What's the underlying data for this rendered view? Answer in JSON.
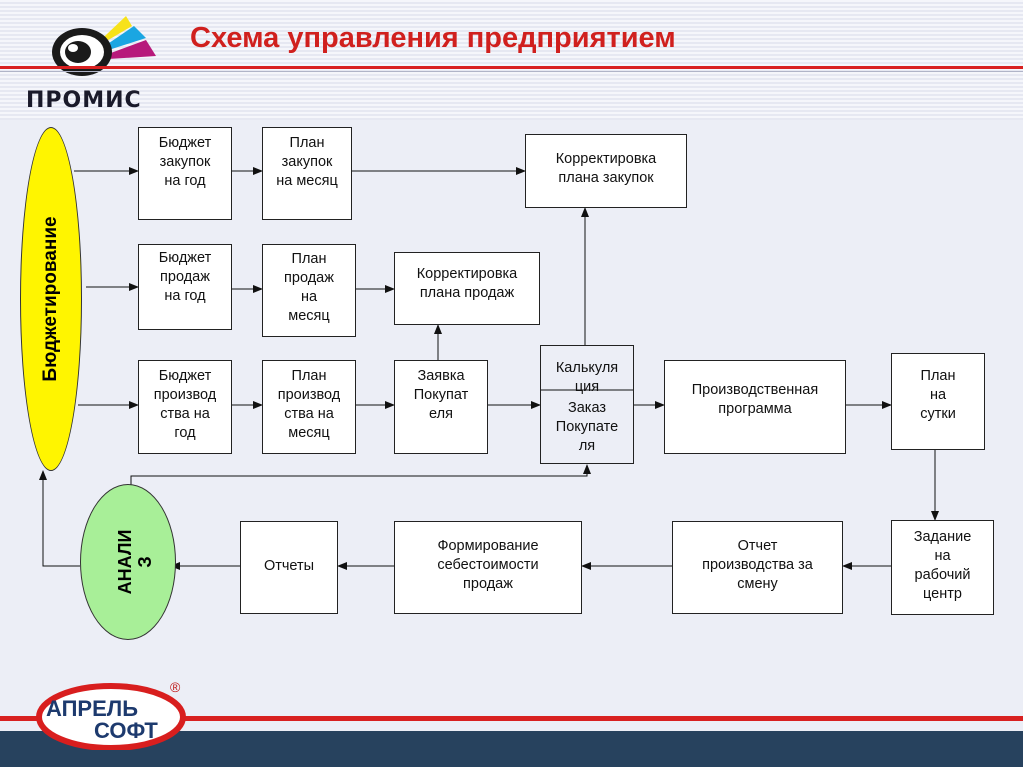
{
  "title": "Схема управления предприятием",
  "logo_top": {
    "name": "ПРОМИС",
    "icon": "eye-logo-icon"
  },
  "logo_bottom": {
    "line1": "АПРЕЛЬ",
    "line2": "СОФТ",
    "reg": "®"
  },
  "ellipses": {
    "budgeting": "Бюджетирование",
    "analysis": "АНАЛИ\nЗ"
  },
  "boxes": {
    "purchase_budget": "Бюджет\nзакупок\nна год",
    "purchase_plan": "План\nзакупок\nна месяц",
    "purchase_correction": "Корректировка\nплана закупок",
    "sales_budget": "Бюджет\nпродаж\nна год",
    "sales_plan": "План\nпродаж\nна\nмесяц",
    "sales_correction": "Корректировка\nплана продаж",
    "production_budget": "Бюджет\nпроизвод\nства на\nгод",
    "production_plan": "План\nпроизвод\nства на\nмесяц",
    "customer_request": "Заявка\nПокупат\nеля",
    "calculation": "Калькуля\nция",
    "customer_order": "Заказ\nПокупате\nля",
    "production_program": "Производственная\nпрограмма",
    "daily_plan": "План\nна\nсутки",
    "work_center_task": "Задание\nна\nрабочий\nцентр",
    "shift_report": "Отчет\nпроизводства за\nсмену",
    "cost_formation": "Формирование\nсебестоимости\nпродаж",
    "reports": "Отчеты"
  }
}
